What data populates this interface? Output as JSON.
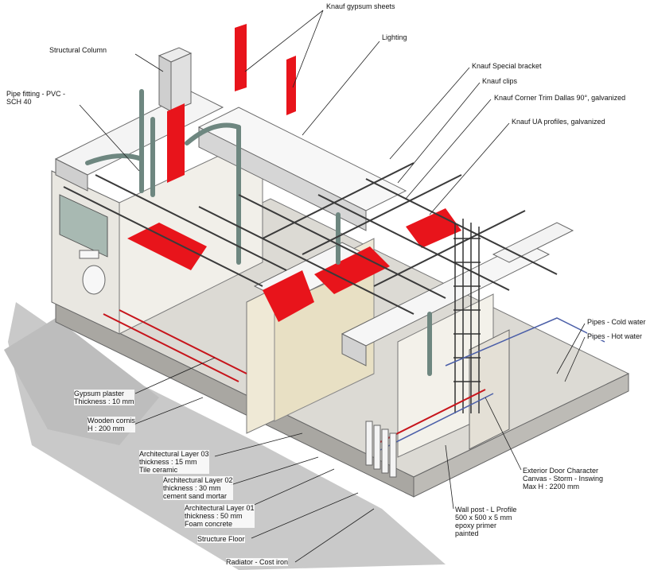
{
  "labels": {
    "knauf_gypsum_sheets": "Knauf gypsum sheets",
    "lighting": "Lighting",
    "structural_column": "Structural Column",
    "pipe_fitting": [
      "Pipe fitting - PVC -",
      "SCH 40"
    ],
    "knauf_special_bracket": "Knauf Special bracket",
    "knauf_clips": "Knauf clips",
    "knauf_corner_trim": "Knauf Corner Trim Dallas 90°, galvanized",
    "knauf_ua_profiles": "Knauf UA profiles, galvanized",
    "pipes_cold_water": "Pipes - Cold water",
    "pipes_hot_water": "Pipes - Hot water",
    "gypsum_plaster": [
      "Gypsum plaster",
      "Thickness : 10 mm"
    ],
    "wooden_cornis": [
      "Wooden cornis",
      "H : 200 mm"
    ],
    "arch_layer_03": [
      "Architectural Layer 03",
      "thickness : 15 mm",
      "Tile ceramic"
    ],
    "arch_layer_02": [
      "Architectural Layer 02",
      "thickness : 30 mm",
      "cement sand mortar"
    ],
    "arch_layer_01": [
      "Architectural Layer 01",
      "thickness : 50 mm",
      "Foam concrete"
    ],
    "structure_floor": "Structure Floor",
    "radiator": "Radiator - Cost iron",
    "exterior_door": [
      "Exterior Door Character",
      "Canvas - Storm - Inswing",
      "Max H : 2200 mm"
    ],
    "wall_post": [
      "Wall post - L Profile",
      "500 x 500 x 5 mm",
      "epoxy primer",
      "painted"
    ]
  },
  "colors": {
    "accent_red": "#e8141b",
    "wall_face": "#f4f2ec",
    "wall_shadow": "#cfcdc8",
    "ground_shadow": "#c8c8c8",
    "steel": "#3a3a3a",
    "pipe_green": "#8aa39a"
  }
}
